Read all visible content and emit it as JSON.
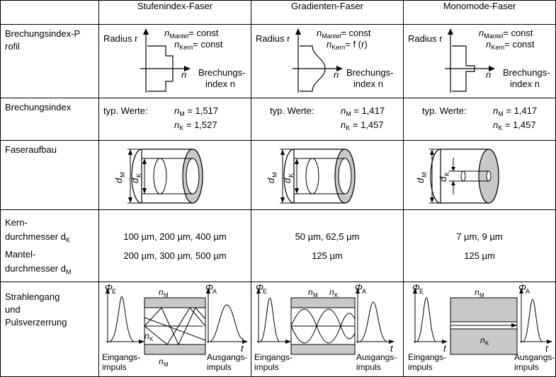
{
  "headers": {
    "col1": "Stufenindex-Faser",
    "col2": "Gradienten-Faser",
    "col3": "Monomode-Faser"
  },
  "rows": {
    "profile": "Brechungsindex-Profil",
    "index": "Brechungsindex",
    "structure": "Faseraufbau",
    "diameters": [
      "Kern-",
      "durchmesser d",
      "K",
      "Mantel-",
      "durchmesser d",
      "M"
    ],
    "rays": [
      "Strahlengang",
      "und",
      "Pulsverzerrung"
    ]
  },
  "profile": {
    "radius": "Radius r",
    "n": "n",
    "nmantel_const": "= const",
    "nkern_const": "= const",
    "nkern_f": "= f (r)",
    "mantel_sub": "Mantel",
    "kern_sub": "Kern",
    "axis_label1": "Brechungs-",
    "axis_label2": "index n"
  },
  "index_values": {
    "prefix": "typ. Werte:",
    "step": {
      "nM": "1,517",
      "nK": "1,527"
    },
    "grad": {
      "nM": "1,417",
      "nK": "1,457"
    },
    "mono": {
      "nM": "1,417",
      "nK": "1,457"
    }
  },
  "structure_labels": {
    "dM": "d",
    "dK": "d",
    "M": "M",
    "K": "K"
  },
  "diameters": {
    "step": {
      "core": "100 µm, 200 µm, 400 µm",
      "cladding": "200 µm, 300 µm, 500 µm"
    },
    "grad": {
      "core": "50 µm, 62,5 µm",
      "cladding": "125 µm"
    },
    "mono": {
      "core": "7 µm, 9 µm",
      "cladding": "125 µm"
    }
  },
  "pulse": {
    "phiE": "Φ",
    "E": "E",
    "phiA": "Φ",
    "A": "A",
    "t": "t",
    "nM": "n",
    "M": "M",
    "nK": "n",
    "K": "K",
    "input1": "Eingangs-",
    "input2": "impuls",
    "output1": "Ausgangs-",
    "output2": "impuls"
  },
  "colors": {
    "cladding_fill": "#c8c8c8",
    "line": "#000000"
  }
}
